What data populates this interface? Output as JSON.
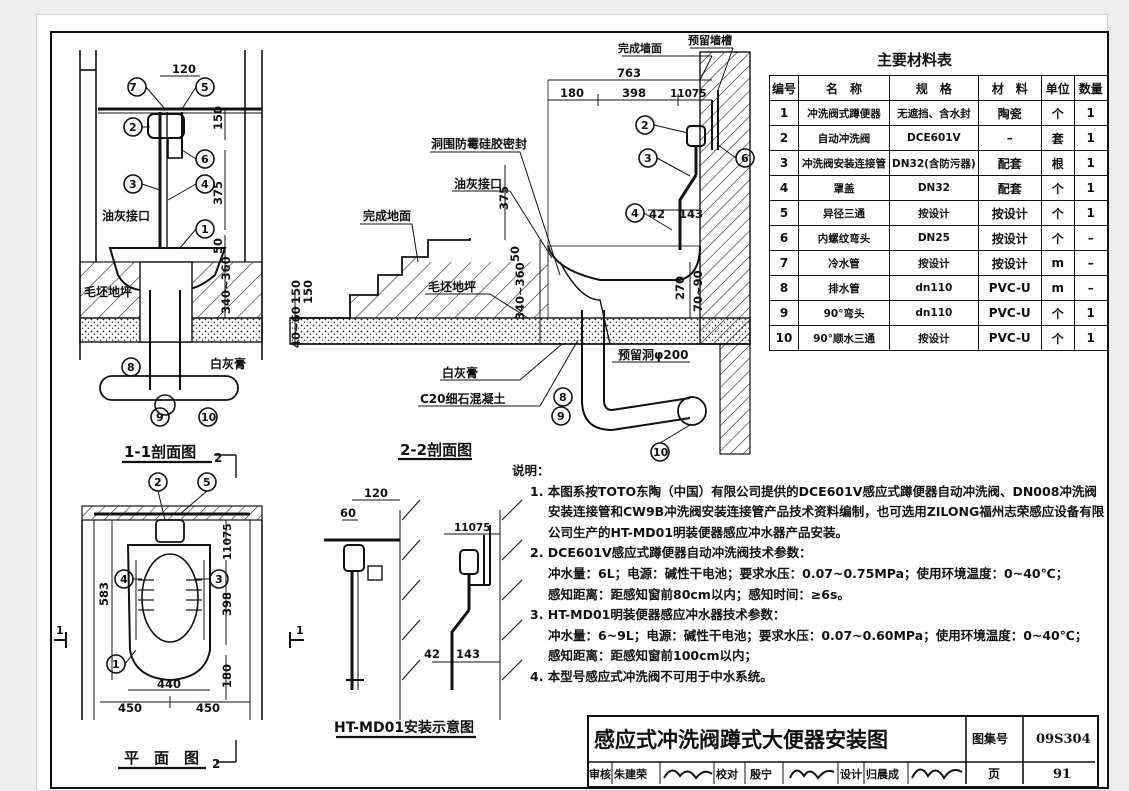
{
  "materials_table": {
    "title": "主要材料表",
    "headers": [
      "编号",
      "名　称",
      "规　格",
      "材　料",
      "单位",
      "数量"
    ],
    "rows": [
      [
        "1",
        "冲洗阀式蹲便器",
        "无遮挡、含水封",
        "陶瓷",
        "个",
        "1"
      ],
      [
        "2",
        "自动冲洗阀",
        "DCE601V",
        "–",
        "套",
        "1"
      ],
      [
        "3",
        "冲洗阀安装连接管",
        "DN32(含防污器)",
        "配套",
        "根",
        "1"
      ],
      [
        "4",
        "罩盖",
        "DN32",
        "配套",
        "个",
        "1"
      ],
      [
        "5",
        "异径三通",
        "按设计",
        "按设计",
        "个",
        "1"
      ],
      [
        "6",
        "内螺纹弯头",
        "DN25",
        "按设计",
        "个",
        "–"
      ],
      [
        "7",
        "冷水管",
        "按设计",
        "按设计",
        "m",
        "–"
      ],
      [
        "8",
        "排水管",
        "dn110",
        "PVC-U",
        "m",
        "–"
      ],
      [
        "9",
        "90°弯头",
        "dn110",
        "PVC-U",
        "个",
        "1"
      ],
      [
        "10",
        "90°顺水三通",
        "按设计",
        "PVC-U",
        "个",
        "1"
      ]
    ]
  },
  "section_1_1": {
    "title": "1-1剖面图",
    "title_ref": "2",
    "labels": {
      "grease": "油灰接口",
      "rough_floor": "毛坯地坪",
      "white_lead": "白灰膏"
    },
    "dims": [
      "120",
      "150",
      "375",
      "50",
      "340~360"
    ],
    "callouts": [
      "7",
      "5",
      "2",
      "6",
      "3",
      "4",
      "1",
      "8",
      "9",
      "10"
    ]
  },
  "section_2_2": {
    "title": "2-2剖面图",
    "labels": {
      "finished_wall": "完成墙面",
      "reserved_groove": "预留墙槽",
      "mildew_seal": "洞围防霉硅胶密封",
      "grease": "油灰接口",
      "finished_floor": "完成地面",
      "rough_floor": "毛坯地坪",
      "white_lead": "白灰膏",
      "concrete": "C20细石混凝土",
      "reserved_hole": "预留洞φ200"
    },
    "dims": [
      "763",
      "180",
      "398",
      "11075",
      "375",
      "42",
      "143",
      "50",
      "150",
      "150",
      "340~360",
      "270",
      "70~90",
      "40~60"
    ],
    "callouts": [
      "2",
      "3",
      "4",
      "6",
      "8",
      "9",
      "10"
    ]
  },
  "plan_view": {
    "title": "平　面　图",
    "title_ref": "2",
    "dims": [
      "583",
      "11075",
      "398",
      "180",
      "440",
      "450",
      "450"
    ],
    "callouts": [
      "2",
      "5",
      "4",
      "3",
      "1"
    ],
    "section_marks": [
      "1",
      "1"
    ]
  },
  "ht_view": {
    "title": "HT-MD01安装示意图",
    "dims": [
      "120",
      "60",
      "11075",
      "42",
      "143"
    ]
  },
  "notes": {
    "heading": "说明：",
    "lines": [
      "1. 本图系按TOTO东陶（中国）有限公司提供的DCE601V感应式蹲便器自动冲洗阀、DN008冲洗阀",
      "安装连接管和CW9B冲洗阀安装连接管产品技术资料编制，也可选用ZILONG福州志荣感应设备有限",
      "公司生产的HT-MD01明装便器感应冲水器产品安装。",
      "2. DCE601V感应式蹲便器自动冲洗阀技术参数：",
      "冲水量：6L；电源：碱性干电池；要求水压：0.07~0.75MPa；使用环境温度：0~40℃；",
      "感知距离：距感知窗前80cm以内；感知时间：≥6s。",
      "3. HT-MD01明装便器感应冲水器技术参数：",
      "冲水量：6~9L；电源：碱性干电池；要求水压：0.07~0.60MPa；使用环境温度：0~40℃；",
      "感知距离：距感知窗前100cm以内；",
      "4. 本型号感应式冲洗阀不可用于中水系统。"
    ]
  },
  "title_block": {
    "title": "感应式冲洗阀蹲式大便器安装图",
    "atlas_label": "图集号",
    "atlas_no": "09S304",
    "page_label": "页",
    "page_no": "91",
    "review_label": "审核",
    "review_name": "朱建荣",
    "check_label": "校对",
    "check_name": "殷宁",
    "design_label": "设计",
    "design_name": "归晨成"
  }
}
